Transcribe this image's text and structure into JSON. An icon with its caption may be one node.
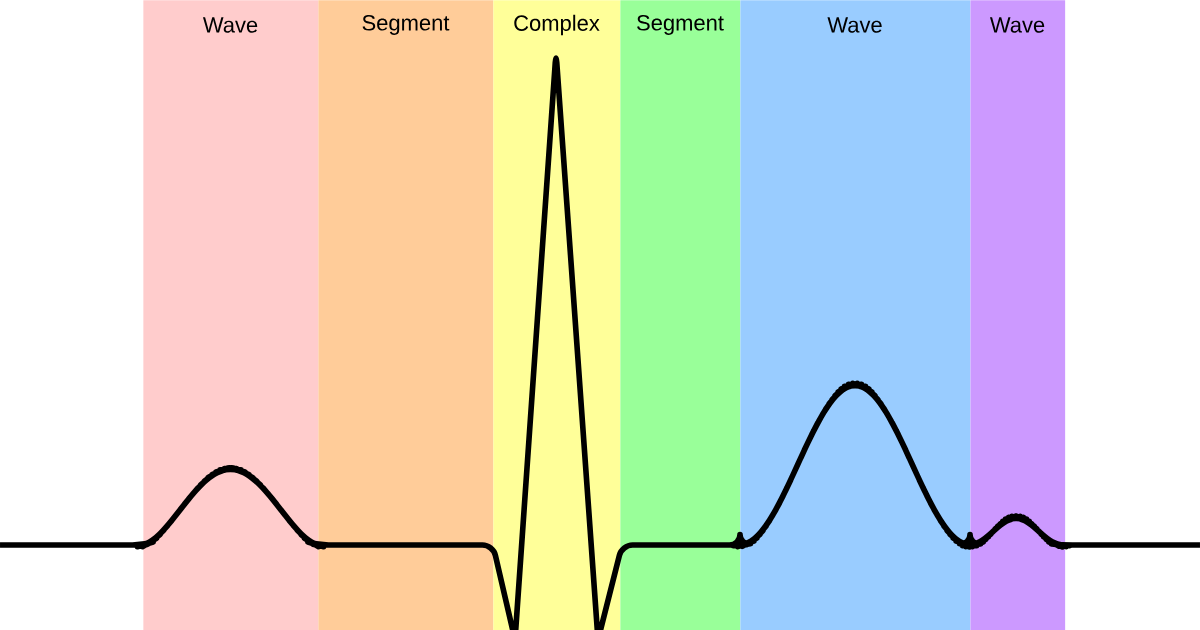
{
  "diagram": {
    "nodes": [
      {
        "text": [
          "Wave"
        ]
      },
      {
        "text": [
          "Segment"
        ]
      },
      {
        "text": [
          "Complex"
        ]
      },
      {
        "text": [
          "Segment"
        ]
      },
      {
        "text": [
          "Wave"
        ]
      },
      {
        "text": [
          "Wave"
        ]
      }
    ]
  }
}
